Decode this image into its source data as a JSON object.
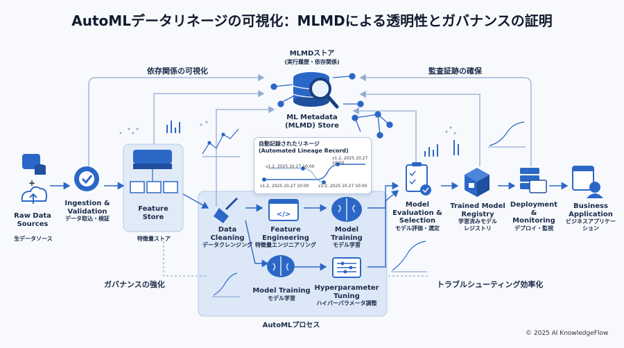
{
  "title": "AutoMLデータリネージの可視化：MLMDによる透明性とガバナンスの証明",
  "store": {
    "name": "MLMDストア",
    "desc": "(実行履歴・依存関係)",
    "metadata_line1": "ML Metadata",
    "metadata_line2": "(MLMD) Store"
  },
  "tags": {
    "dependency": "依存関係の可視化",
    "audit": "監査証跡の確保",
    "governance": "ガバナンスの強化",
    "troubleshoot": "トラブルシューティング効率化"
  },
  "lineage": {
    "title": "自動記録されたリネージ",
    "title_en": "(Automated Lineage Record)",
    "versions": [
      "v1.2, 2025.10.27 10:00",
      "v1.2, 2025.10.27 10:00",
      "v1.2, 2025.10.27 10:00",
      "v1.2, 2025.10.27 10:00"
    ]
  },
  "nodes": {
    "raw": {
      "en1": "Raw Data",
      "en2": "Sources",
      "jp": "生データソース"
    },
    "ingest": {
      "en1": "Ingestion &",
      "en2": "Validation",
      "jp": "データ取込・検証"
    },
    "feature_store": {
      "en1": "Feature",
      "en2": "Store",
      "jp": "特徴量ストア"
    },
    "cleaning": {
      "en1": "Data",
      "en2": "Cleaning",
      "jp": "データクレンジング"
    },
    "fe": {
      "en1": "Feature",
      "en2": "Engineering",
      "jp": "特徴量エンジニアリング"
    },
    "model_train_top": {
      "en1": "Model",
      "en2": "Training",
      "jp": "モデル学習"
    },
    "model_train_bottom": {
      "en1": "Model Training",
      "jp": "モデル学習"
    },
    "hp": {
      "en1": "Hyperparameter",
      "en2": "Tuning",
      "jp": "ハイパーパラメータ調整"
    },
    "eval": {
      "en1": "Model",
      "en2": "Evaluation &",
      "en3": "Selection",
      "jp": "モデル評価・選定"
    },
    "registry": {
      "en1": "Trained Model",
      "en2": "Registry",
      "jp1": "学習済みモデル",
      "jp2": "レジストリ"
    },
    "deploy": {
      "en1": "Deployment &",
      "en2": "Monitoring",
      "jp": "デプロイ・監視"
    },
    "business": {
      "en1": "Business",
      "en2": "Application",
      "jp1": "ビジネスアプリケー",
      "jp2": "ション"
    }
  },
  "automl_label": "AutoMLプロセス",
  "footer": "© 2025 AI KnowledgeFlow",
  "colors": {
    "primary": "#2b67c6",
    "dark": "#1f4f9d",
    "light": "#dce8f7",
    "panel": "#e6eef9",
    "line": "#93acd3"
  }
}
